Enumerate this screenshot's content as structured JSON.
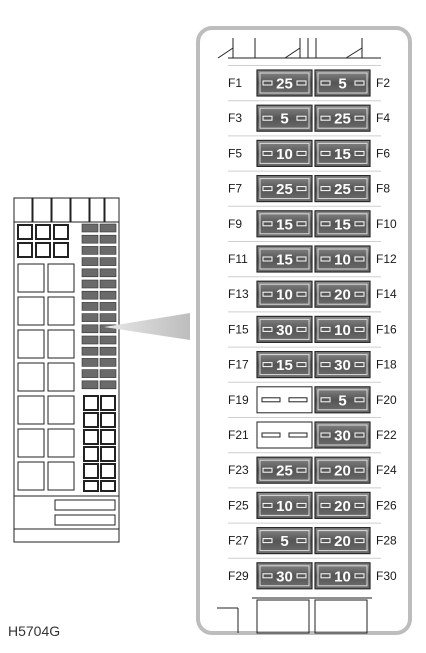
{
  "image_code": "H5704G",
  "fuses": [
    {
      "left": "F1",
      "left_amp": "25",
      "right": "F2",
      "right_amp": "5"
    },
    {
      "left": "F3",
      "left_amp": "5",
      "right": "F4",
      "right_amp": "25"
    },
    {
      "left": "F5",
      "left_amp": "10",
      "right": "F6",
      "right_amp": "15"
    },
    {
      "left": "F7",
      "left_amp": "25",
      "right": "F8",
      "right_amp": "25"
    },
    {
      "left": "F9",
      "left_amp": "15",
      "right": "F10",
      "right_amp": "15"
    },
    {
      "left": "F11",
      "left_amp": "15",
      "right": "F12",
      "right_amp": "10"
    },
    {
      "left": "F13",
      "left_amp": "10",
      "right": "F14",
      "right_amp": "20"
    },
    {
      "left": "F15",
      "left_amp": "30",
      "right": "F16",
      "right_amp": "10"
    },
    {
      "left": "F17",
      "left_amp": "15",
      "right": "F18",
      "right_amp": "30"
    },
    {
      "left": "F19",
      "left_amp": "",
      "right": "F20",
      "right_amp": "5"
    },
    {
      "left": "F21",
      "left_amp": "",
      "right": "F22",
      "right_amp": "30"
    },
    {
      "left": "F23",
      "left_amp": "25",
      "right": "F24",
      "right_amp": "20"
    },
    {
      "left": "F25",
      "left_amp": "10",
      "right": "F26",
      "right_amp": "20"
    },
    {
      "left": "F27",
      "left_amp": "5",
      "right": "F28",
      "right_amp": "20"
    },
    {
      "left": "F29",
      "left_amp": "30",
      "right": "F30",
      "right_amp": "10"
    }
  ]
}
